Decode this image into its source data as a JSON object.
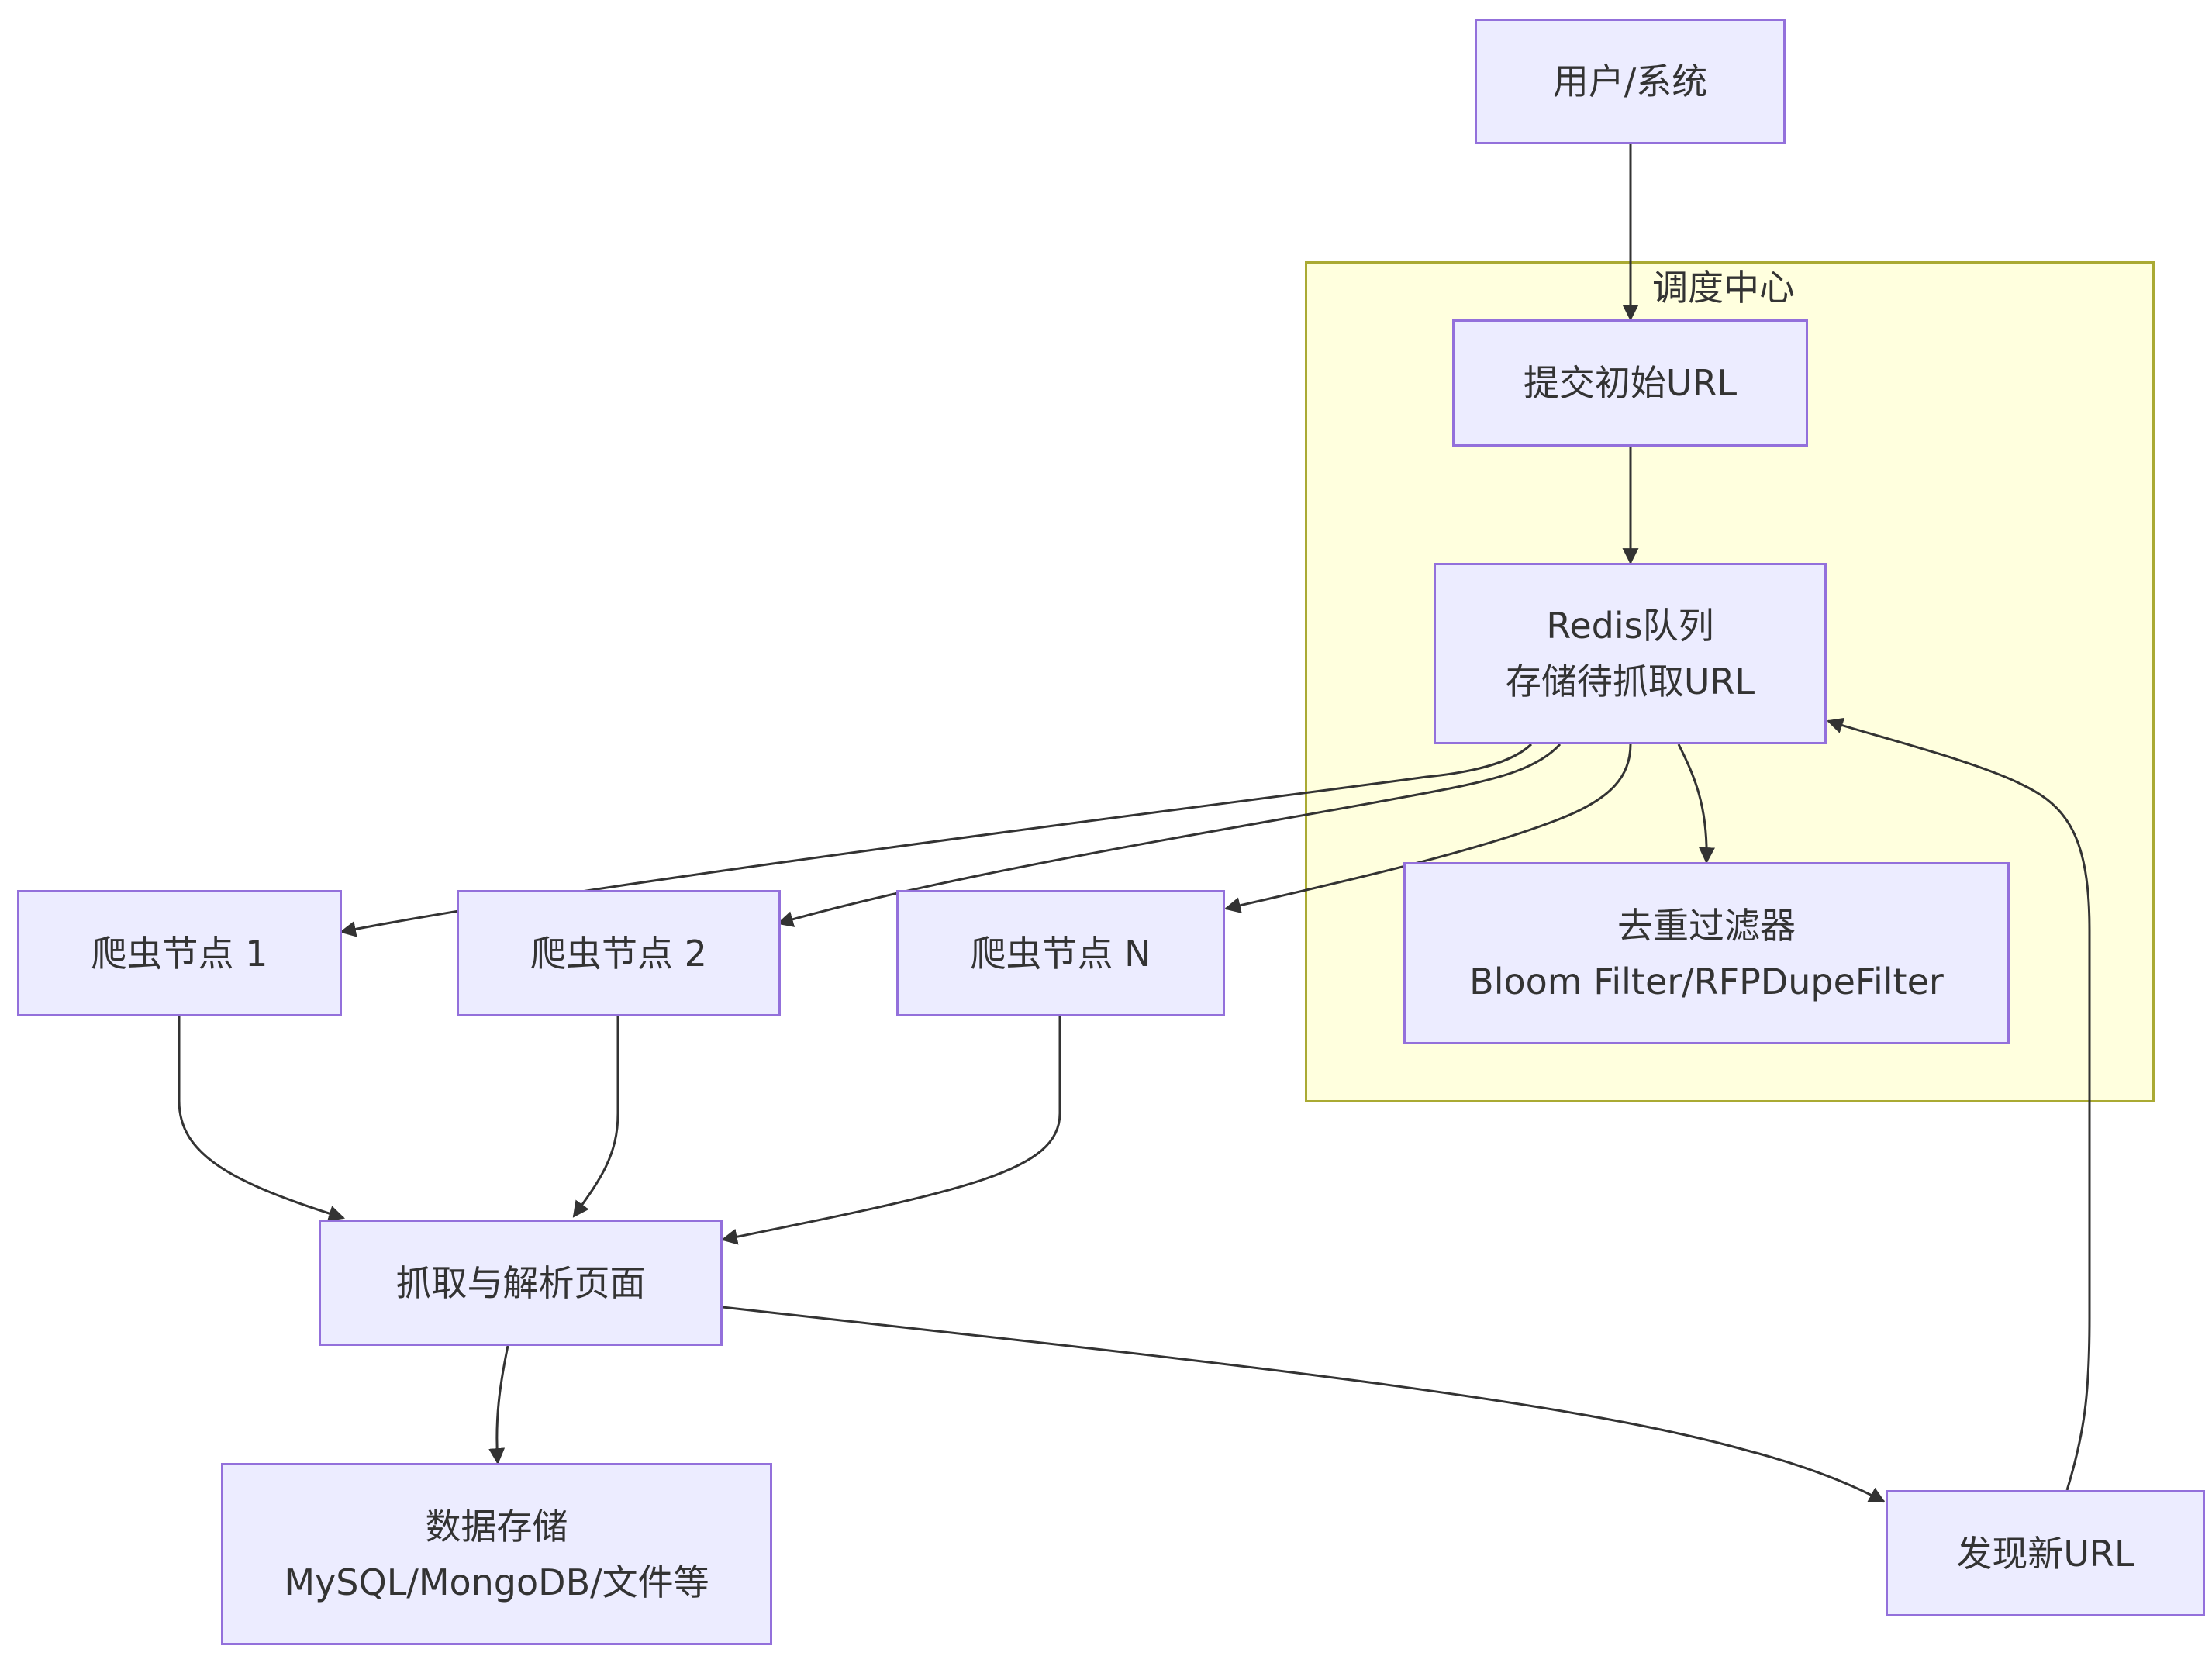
{
  "diagram": {
    "cluster": {
      "label": "调度中心"
    },
    "nodes": {
      "user": {
        "lines": [
          "用户/系统"
        ]
      },
      "submit": {
        "lines": [
          "提交初始URL"
        ]
      },
      "redis": {
        "lines": [
          "Redis队列",
          "存储待抓取URL"
        ]
      },
      "dedup": {
        "lines": [
          "去重过滤器",
          "Bloom Filter/RFPDupeFilter"
        ]
      },
      "crawler1": {
        "lines": [
          "爬虫节点 1"
        ]
      },
      "crawler2": {
        "lines": [
          "爬虫节点 2"
        ]
      },
      "crawlerN": {
        "lines": [
          "爬虫节点 N"
        ]
      },
      "fetch": {
        "lines": [
          "抓取与解析页面"
        ]
      },
      "storage": {
        "lines": [
          "数据存储",
          "MySQL/MongoDB/文件等"
        ]
      },
      "newurl": {
        "lines": [
          "发现新URL"
        ]
      }
    },
    "edges": [
      {
        "from": "user",
        "to": "submit"
      },
      {
        "from": "submit",
        "to": "redis"
      },
      {
        "from": "redis",
        "to": "crawler1"
      },
      {
        "from": "redis",
        "to": "crawler2"
      },
      {
        "from": "redis",
        "to": "crawlerN"
      },
      {
        "from": "redis",
        "to": "dedup"
      },
      {
        "from": "crawler1",
        "to": "fetch"
      },
      {
        "from": "crawler2",
        "to": "fetch"
      },
      {
        "from": "crawlerN",
        "to": "fetch"
      },
      {
        "from": "fetch",
        "to": "storage"
      },
      {
        "from": "fetch",
        "to": "newurl"
      },
      {
        "from": "newurl",
        "to": "redis"
      }
    ],
    "colors": {
      "node_fill": "#ececff",
      "node_border": "#9370db",
      "cluster_fill": "#ffffde",
      "cluster_border": "#aaaa33",
      "edge": "#333333",
      "text": "#333333"
    }
  }
}
